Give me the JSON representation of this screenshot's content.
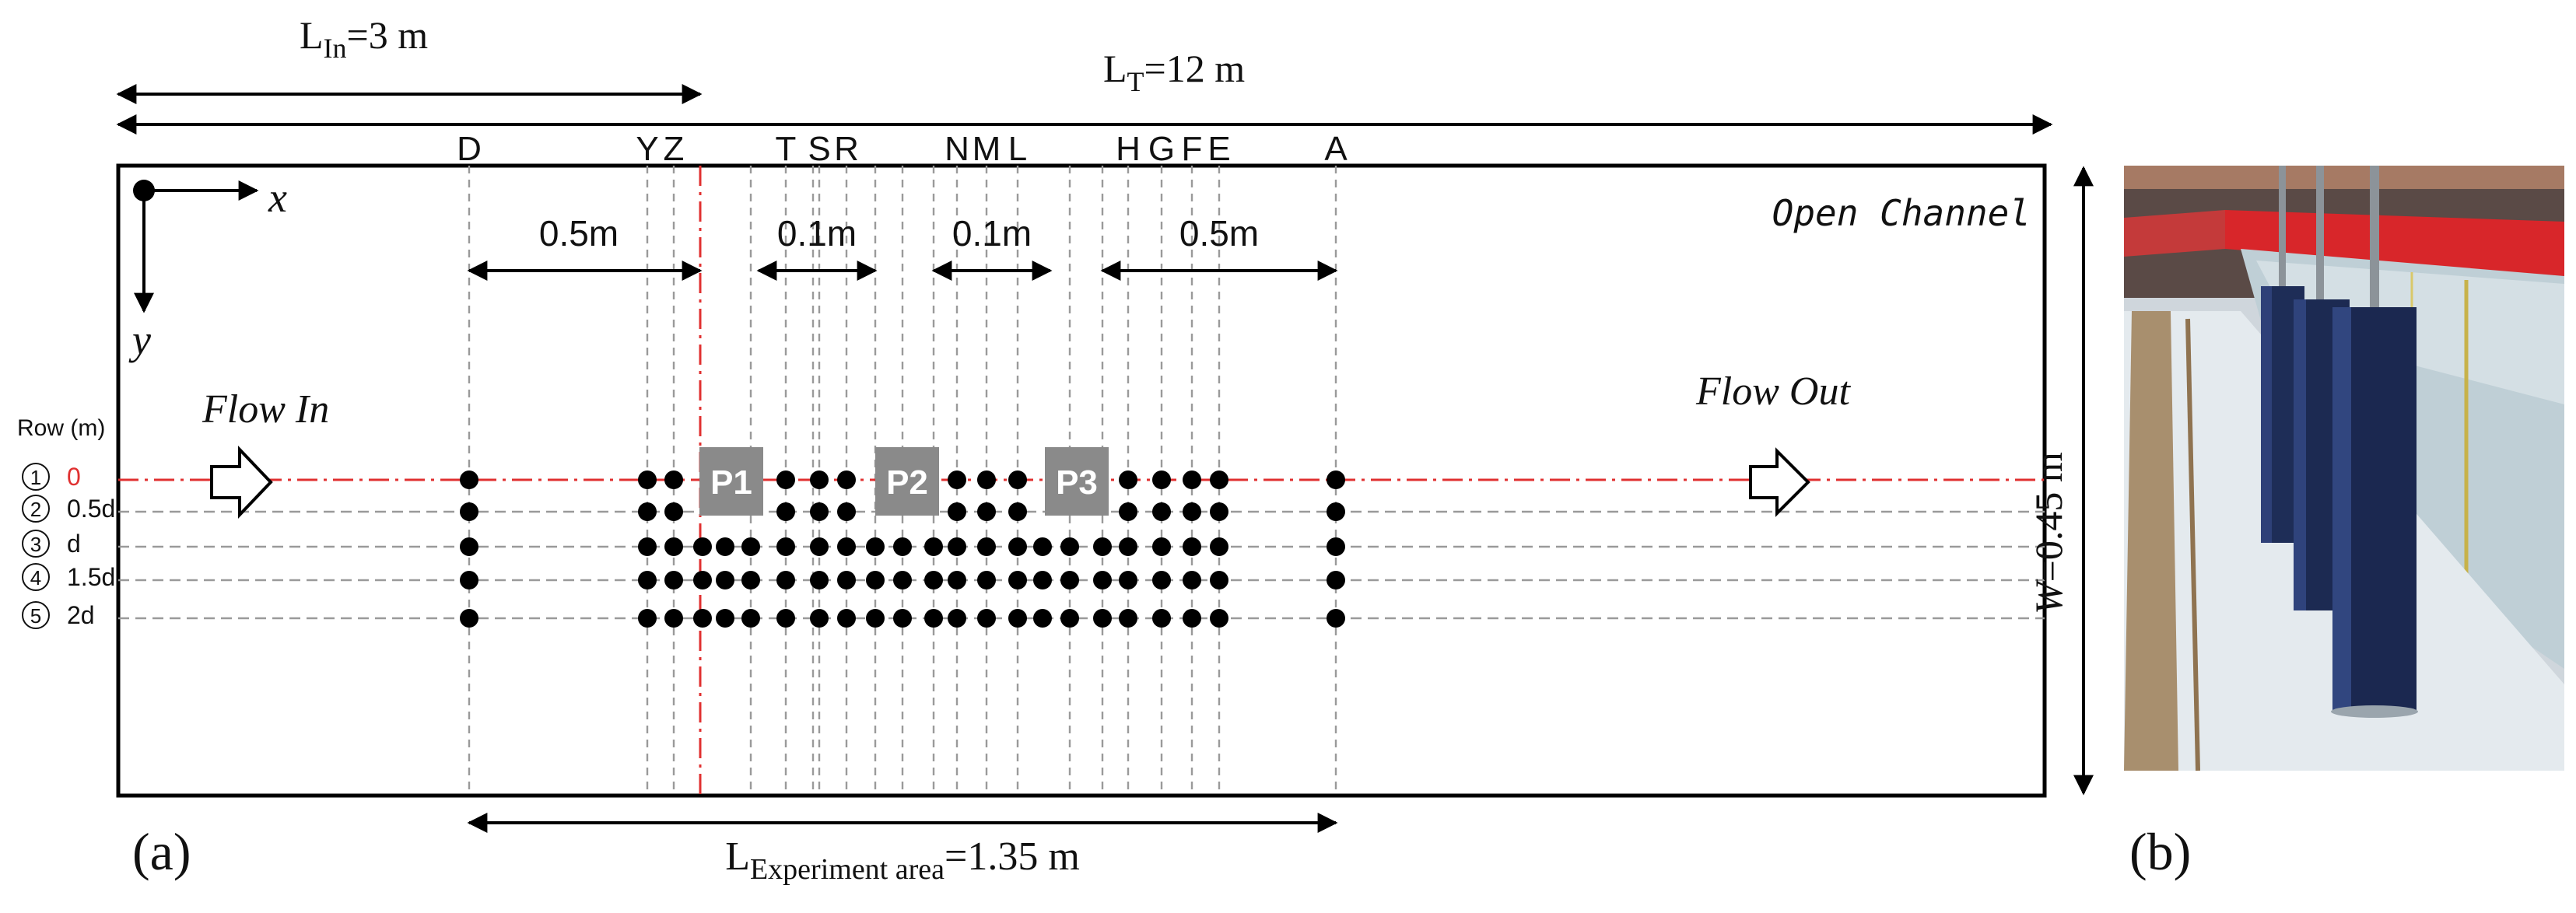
{
  "dims": {
    "l_in": {
      "base": "L",
      "sub": "In",
      "value": "=3 m"
    },
    "l_t": {
      "base": "L",
      "sub": "T",
      "value": "=12 m"
    },
    "width": {
      "symbol": "W",
      "value": "=0.45 m"
    },
    "experiment_area": {
      "base": "L",
      "sub": "Experiment area",
      "value": "=1.35 m"
    }
  },
  "spacings": [
    "0.5m",
    "0.1m",
    "0.1m",
    "0.5m"
  ],
  "channel_label": "Open Channel",
  "flow_in": "Flow In",
  "flow_out": "Flow Out",
  "axes": {
    "x": "x",
    "y": "y"
  },
  "row_header": "Row (m)",
  "rows": [
    {
      "num": "1",
      "label": "0",
      "highlight": true
    },
    {
      "num": "2",
      "label": "0.5d",
      "highlight": false
    },
    {
      "num": "3",
      "label": "d",
      "highlight": false
    },
    {
      "num": "4",
      "label": "1.5d",
      "highlight": false
    },
    {
      "num": "5",
      "label": "2d",
      "highlight": false
    }
  ],
  "section_letters": [
    "D",
    "Y",
    "Z",
    "T",
    "S",
    "R",
    "N",
    "M",
    "L",
    "H",
    "G",
    "F",
    "E",
    "A"
  ],
  "piers": [
    "P1",
    "P2",
    "P3"
  ],
  "panel_labels": {
    "a": "(a)",
    "b": "(b)"
  },
  "colors": {
    "centerline": "#e03030",
    "pier_fill": "#8a8a8a",
    "pier_text": "#ffffff",
    "dot": "#000000",
    "grid": "#9a9a9a"
  }
}
